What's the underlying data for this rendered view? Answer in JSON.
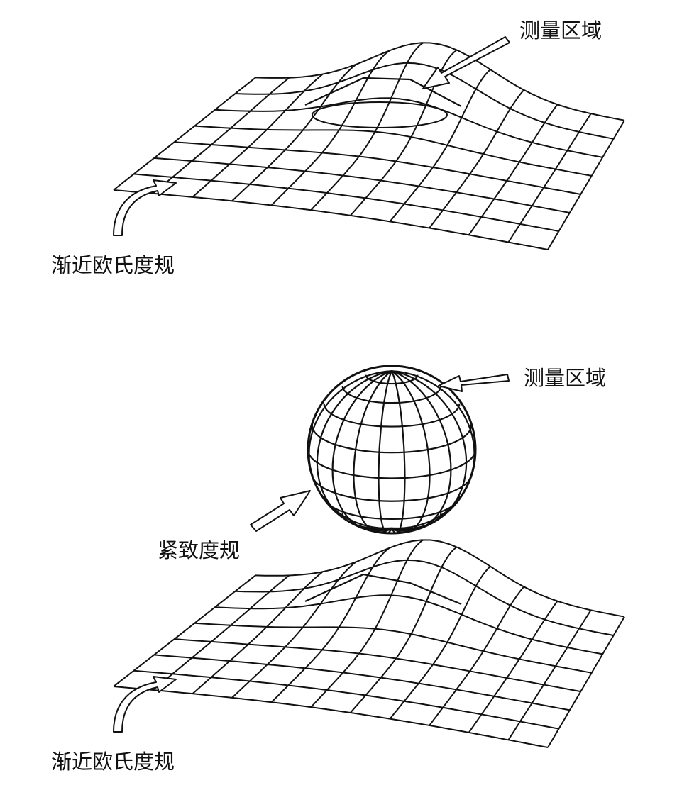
{
  "top_panel": {
    "label_region": "测量区域",
    "label_metric": "渐近欧氏度规"
  },
  "bottom_panel": {
    "label_region": "测量区域",
    "label_compact": "紧致度规",
    "label_metric": "渐近欧氏度规"
  }
}
